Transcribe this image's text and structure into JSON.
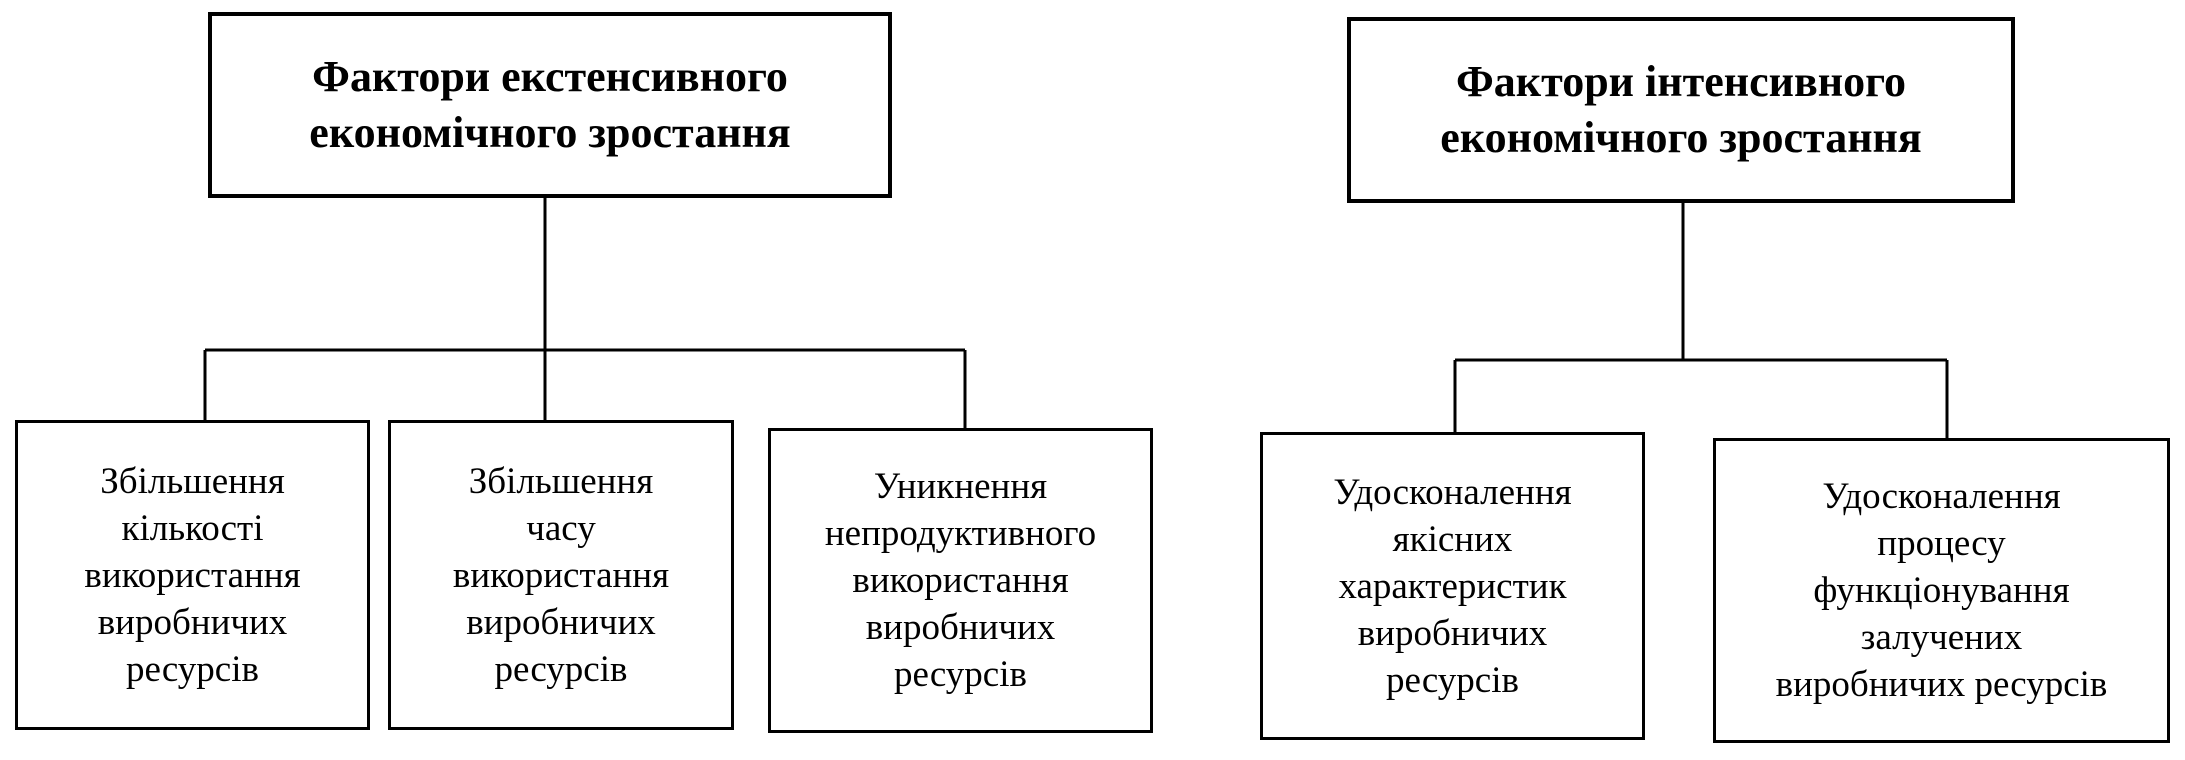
{
  "diagram": {
    "groups": [
      {
        "title_lines": [
          "Фактори екстенсивного",
          "економічного зростання"
        ],
        "children": [
          {
            "lines": [
              "Збільшення",
              "кількості",
              "використання",
              "виробничих",
              "ресурсів"
            ]
          },
          {
            "lines": [
              "Збільшення",
              "часу",
              "використання",
              "виробничих",
              "ресурсів"
            ]
          },
          {
            "lines": [
              "Уникнення",
              "непродуктивного",
              "використання",
              "виробничих",
              "ресурсів"
            ]
          }
        ]
      },
      {
        "title_lines": [
          "Фактори інтенсивного",
          "економічного зростання"
        ],
        "children": [
          {
            "lines": [
              "Удосконалення",
              "якісних",
              "характеристик",
              "виробничих",
              "ресурсів"
            ]
          },
          {
            "lines": [
              "Удосконалення",
              "процесу",
              "функціонування",
              "залучених",
              "виробничих ресурсів"
            ]
          }
        ]
      }
    ]
  }
}
